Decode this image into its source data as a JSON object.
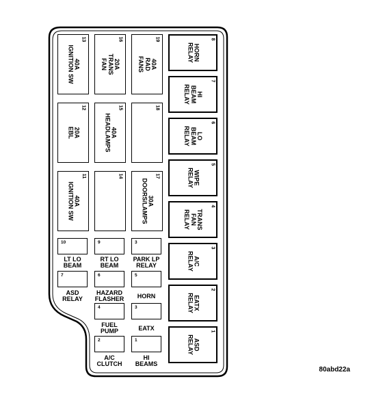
{
  "big_fuses": [
    {
      "id": "13",
      "label": "40A\nIGNITION SW"
    },
    {
      "id": "16",
      "label": "20A\nTRANS\nFAN"
    },
    {
      "id": "19",
      "label": "40A\nRAD\nFANS"
    },
    {
      "id": "12",
      "label": "20A\nEBL"
    },
    {
      "id": "15",
      "label": "40A\nHEADLAMPS"
    },
    {
      "id": "18",
      "label": ""
    },
    {
      "id": "11",
      "label": "40A\nIGNITION SW"
    },
    {
      "id": "14",
      "label": ""
    },
    {
      "id": "17",
      "label": "30A\nDOORS/LAMPS"
    }
  ],
  "relays": [
    {
      "id": "8",
      "label": "HORN\nRELAY"
    },
    {
      "id": "7",
      "label": "HI\nBEAM\nRELAY"
    },
    {
      "id": "6",
      "label": "LO\nBEAM\nRELAY"
    },
    {
      "id": "5",
      "label": "WIPE\nRELAY"
    },
    {
      "id": "4",
      "label": "TRANS\nFAN\nRELAY"
    },
    {
      "id": "3",
      "label": "A/C\nRELAY"
    },
    {
      "id": "2",
      "label": "EATX\nRELAY"
    },
    {
      "id": "1",
      "label": "ASD\nRELAY"
    }
  ],
  "small_fuses": [
    {
      "id": "10",
      "label": "LT LO\nBEAM"
    },
    {
      "id": "9",
      "label": "RT LO\nBEAM"
    },
    {
      "id": "3",
      "label": "PARK LP\nRELAY"
    },
    {
      "id": "7",
      "label": "ASD\nRELAY"
    },
    {
      "id": "6",
      "label": "HAZARD\nFLASHER"
    },
    {
      "id": "5",
      "label": "HORN"
    },
    {
      "id": "4",
      "label": "FUEL\nPUMP"
    },
    {
      "id": "3",
      "label": "EATX"
    },
    {
      "id": "2",
      "label": "A/C\nCLUTCH"
    },
    {
      "id": "1",
      "label": "HI\nBEAMS"
    }
  ],
  "figure_code": "80abd22a"
}
